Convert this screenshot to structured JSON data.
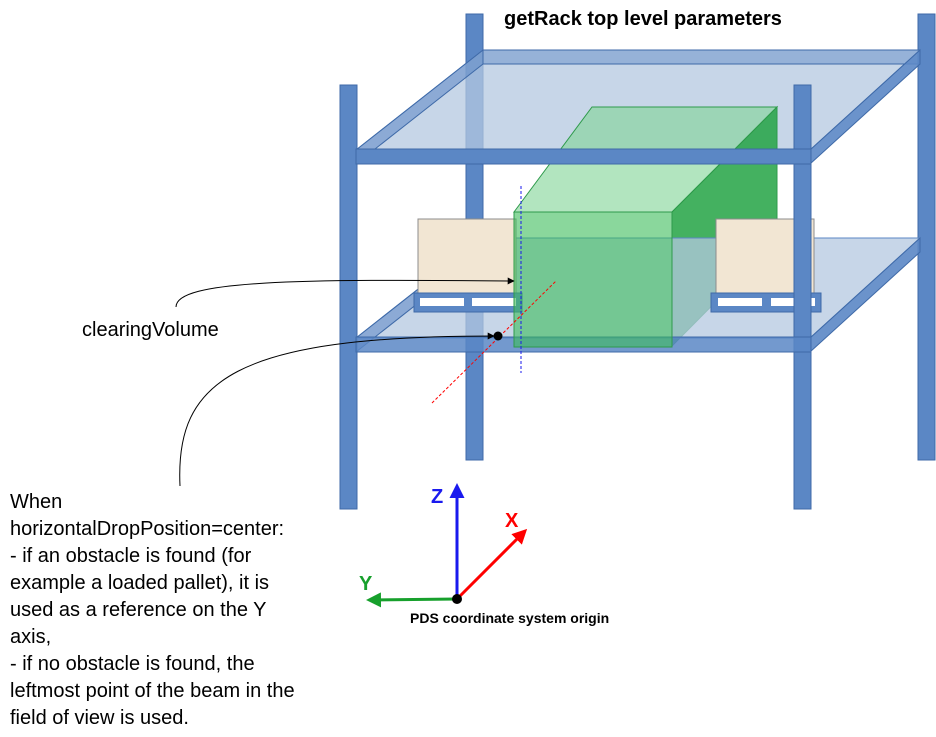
{
  "title": "getRack top level parameters",
  "labels": {
    "clearing_volume": "clearingVolume",
    "origin": "PDS coordinate system origin"
  },
  "axes": {
    "x": "X",
    "y": "Y",
    "z": "Z"
  },
  "note_lines": [
    "When",
    "horizontalDropPosition=center:",
    "- if an obstacle is found (for",
    "example a loaded pallet), it is",
    "used as a reference on the Y",
    "axis,",
    "- if no obstacle is found, the",
    "leftmost point of the beam in the",
    "field of view is used."
  ],
  "colors": {
    "rack_frame": "#5b87c5",
    "rack_frame_stroke": "#3f6aa8",
    "shelf_fill": "#b4c8e0",
    "clearing_volume": "#3cbd5a",
    "box": "#f2e6d3",
    "axis_x": "#ff0000",
    "axis_y": "#17a02c",
    "axis_z": "#1a1aee"
  }
}
